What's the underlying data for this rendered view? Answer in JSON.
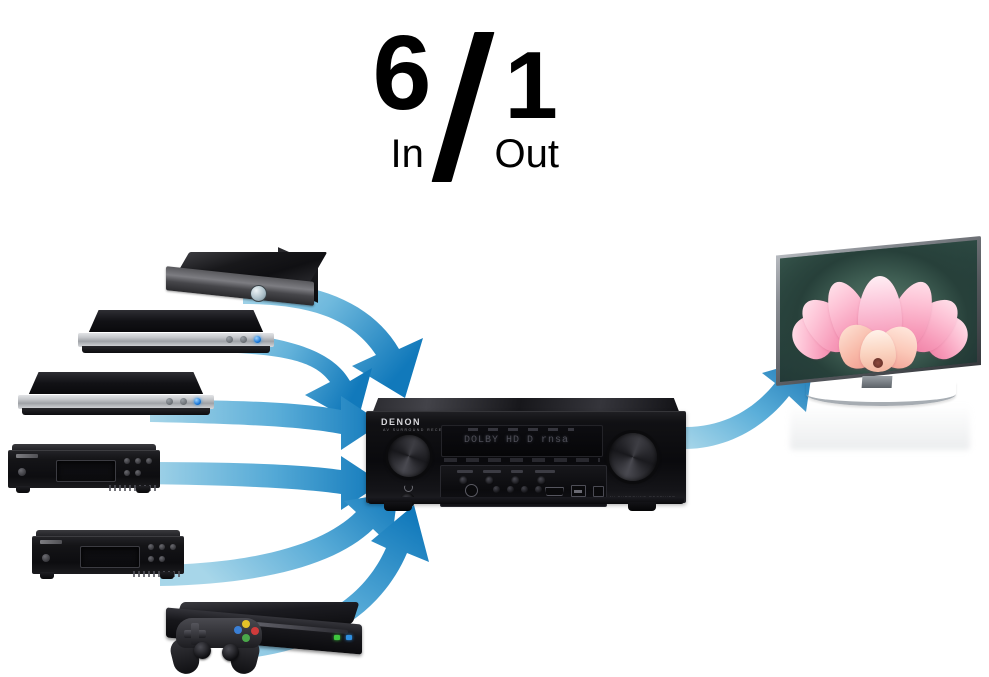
{
  "headline": {
    "count_in": "6",
    "separator": "/",
    "label_in": "In",
    "count_out": "1",
    "label_out": "Out"
  },
  "receiver": {
    "brand": "DENON",
    "brand_sub": "AV SURROUND RECEIVER",
    "display_text": "DOLBY HD  D rnsa",
    "model_text": "AV SURROUND RECEIVER AVR",
    "knob_left_name": "input-selector",
    "knob_right_name": "volume",
    "ports": {
      "headphone": "PHONES",
      "hdmi": "HDMI",
      "usb": "USB",
      "aux": "AUX"
    }
  },
  "sources": [
    {
      "id": "set-top-box",
      "label": "Set-top box / streaming player"
    },
    {
      "id": "blu-ray-player",
      "label": "Blu-ray Disc player"
    },
    {
      "id": "dvd-player",
      "label": "DVD player"
    },
    {
      "id": "cd-player",
      "label": "CD player"
    },
    {
      "id": "sacd-player",
      "label": "Super Audio CD player"
    },
    {
      "id": "game-console",
      "label": "Game console"
    }
  ],
  "output": {
    "id": "television",
    "label": "Flat panel television",
    "screen_content": "Pink lotus flower"
  },
  "colors": {
    "arrow_light": "#a7d6e9",
    "arrow_mid": "#4fa3cf",
    "arrow_dark": "#1179bb",
    "text": "#000000",
    "background": "#ffffff",
    "tv_screen_green": "#2a4640",
    "flower_pink": "#f79ab9",
    "console_led_green": "#3ec63e",
    "console_led_blue": "#2f8fe0",
    "player_led_blue": "#1473d6"
  },
  "arrow_count": {
    "inputs": 6,
    "outputs": 1
  }
}
